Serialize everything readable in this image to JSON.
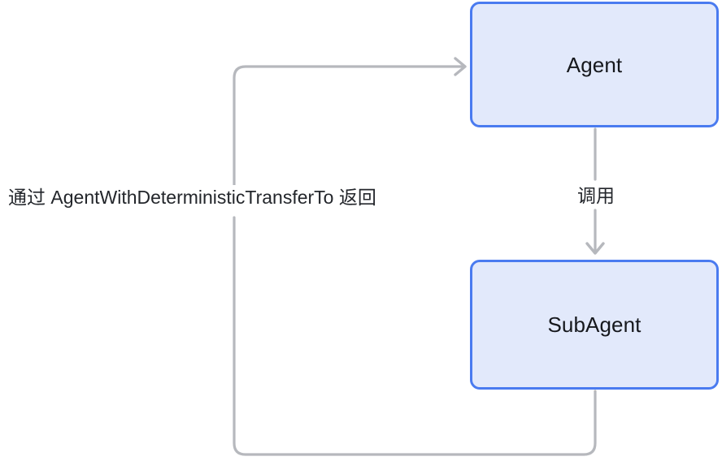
{
  "diagram": {
    "title": "Agent / SubAgent deterministic transfer flow",
    "background": "#ffffff",
    "node_fill": "#e2e9fb",
    "node_border": "#4a7bf0",
    "connector_color": "#b6b8bd",
    "text_color": "#16181d",
    "nodes": [
      {
        "id": "agent",
        "label": "Agent"
      },
      {
        "id": "subagent",
        "label": "SubAgent"
      }
    ],
    "edges": [
      {
        "id": "call",
        "from": "agent",
        "to": "subagent",
        "label": "调用",
        "direction": "down"
      },
      {
        "id": "return",
        "from": "subagent",
        "to": "agent",
        "label": "通过 AgentWithDeterministicTransferTo 返回",
        "direction": "loop-left-up-right"
      }
    ]
  }
}
